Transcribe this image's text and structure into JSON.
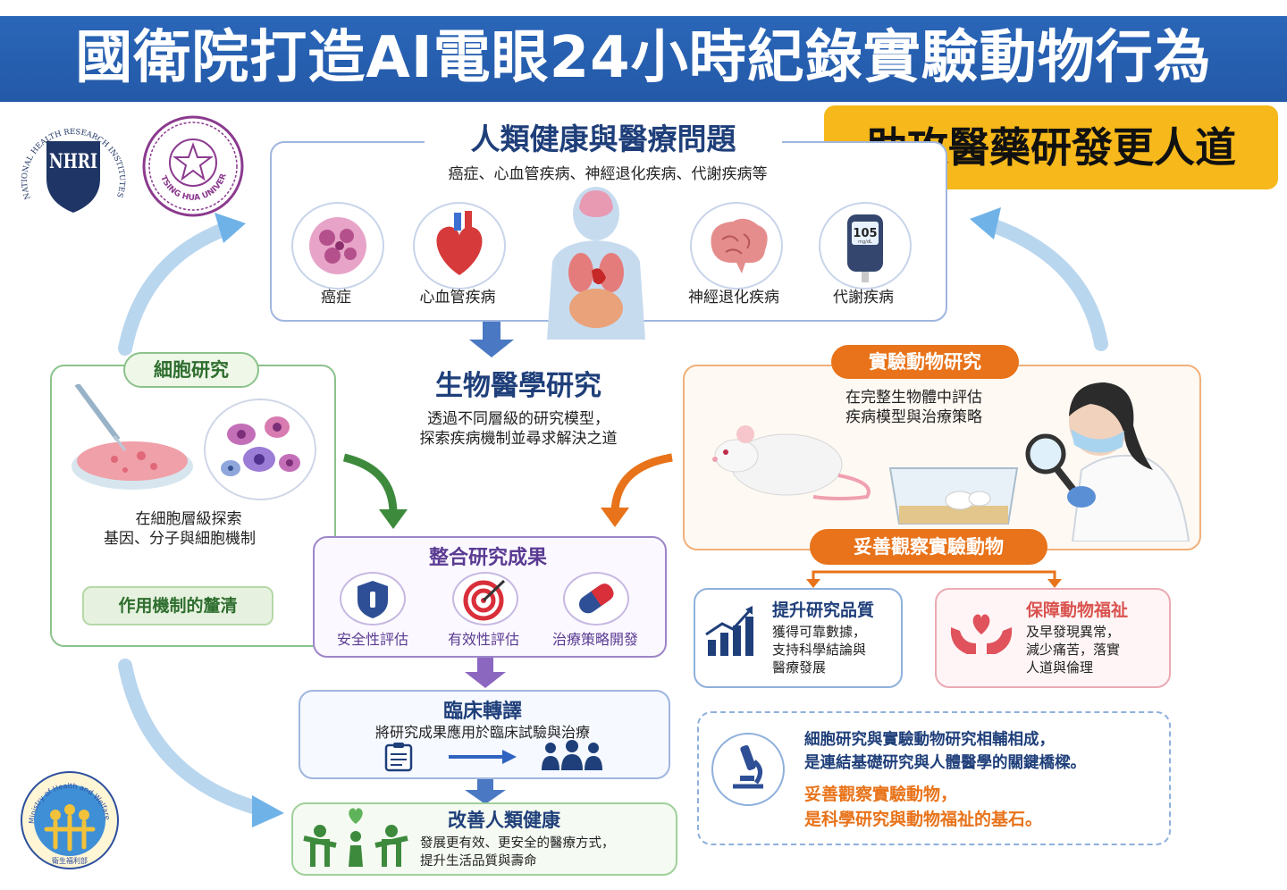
{
  "title": "國衛院打造AI電眼24小時紀錄實驗動物行為",
  "subtitle": "助攻醫藥研發更人道",
  "logos": {
    "nhri_ring": "NATIONAL HEALTH RESEARCH INSTITUTES",
    "nhri_mark": "NHRI",
    "nthu_ring": "TSING HUA UNIVERSITY",
    "moh_ring": "Ministry of Health and Welfare",
    "moh_bottom": "衛生福利部"
  },
  "human_health": {
    "title": "人類健康與醫療問題",
    "desc": "癌症、心血管疾病、神經退化疾病、代謝疾病等",
    "items": [
      {
        "label": "癌症",
        "icon": "cancer-cells-icon"
      },
      {
        "label": "心血管疾病",
        "icon": "heart-icon"
      },
      {
        "label": "神經退化疾病",
        "icon": "brain-icon"
      },
      {
        "label": "代謝疾病",
        "icon": "glucose-meter-icon"
      }
    ],
    "glucose_value": "105",
    "glucose_unit": "mg/dL"
  },
  "biomed": {
    "title": "生物醫學研究",
    "desc_line1": "透過不同層級的研究模型，",
    "desc_line2": "探索疾病機制並尋求解決之道"
  },
  "cell": {
    "title": "細胞研究",
    "desc_line1": "在細胞層級探索",
    "desc_line2": "基因、分子與細胞機制",
    "result": "作用機制的釐清"
  },
  "animal": {
    "title": "實驗動物研究",
    "desc_line1": "在完整生物體中評估",
    "desc_line2": "疾病模型與治療策略",
    "observe": "妥善觀察實驗動物"
  },
  "integrate": {
    "title": "整合研究成果",
    "items": [
      {
        "label": "安全性評估",
        "icon": "shield-icon"
      },
      {
        "label": "有效性評估",
        "icon": "target-icon"
      },
      {
        "label": "治療策略開發",
        "icon": "capsule-icon"
      }
    ]
  },
  "quality": {
    "title": "提升研究品質",
    "desc_line1": "獲得可靠數據，",
    "desc_line2": "支持科學結論與",
    "desc_line3": "醫療發展"
  },
  "welfare": {
    "title": "保障動物福祉",
    "desc_line1": "及早發現異常，",
    "desc_line2": "減少痛苦，落實",
    "desc_line3": "人道與倫理"
  },
  "clinical": {
    "title": "臨床轉譯",
    "desc": "將研究成果應用於臨床試驗與治療"
  },
  "improve": {
    "title": "改善人類健康",
    "desc_line1": "發展更有效、更安全的醫療方式，",
    "desc_line2": "提升生活品質與壽命"
  },
  "note": {
    "line1": "細胞研究與實驗動物研究相輔相成，",
    "line2": "是連結基礎研究與人體醫學的關鍵橋樑。",
    "line3": "妥善觀察實驗動物，",
    "line4": "是科學研究與動物福祉的基石。"
  },
  "colors": {
    "banner": "#2a66b8",
    "accent_yellow": "#f6b81a",
    "navy": "#1f3f7a",
    "green": "#3d8a3d",
    "orange": "#e8731a",
    "purple": "#7a55a8",
    "red": "#d9534f"
  }
}
